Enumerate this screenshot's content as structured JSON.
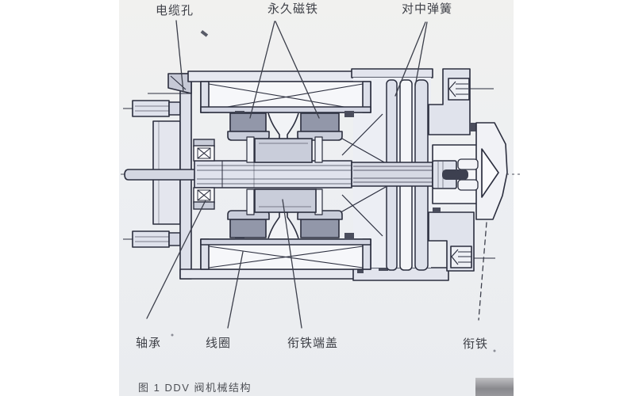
{
  "figure": {
    "caption": "图 1 DDV 阀机械结构",
    "labels": {
      "cable_hole": "电缆孔",
      "permanent_magnet": "永久磁铁",
      "centering_spring": "对中弹簧",
      "bearing": "轴承",
      "coil": "线圈",
      "armature_end_cover": "衔铁端盖",
      "armature": "衔铁"
    },
    "colors": {
      "photo_background": "#edeff2",
      "drawing_line": "#2b2e3e",
      "part_light": "#e0e3ec",
      "part_medium": "#c9cdda",
      "magnet_dark": "#9297a9",
      "dark_tab": "#4a4d5c",
      "label_text": "#3f4148"
    }
  }
}
